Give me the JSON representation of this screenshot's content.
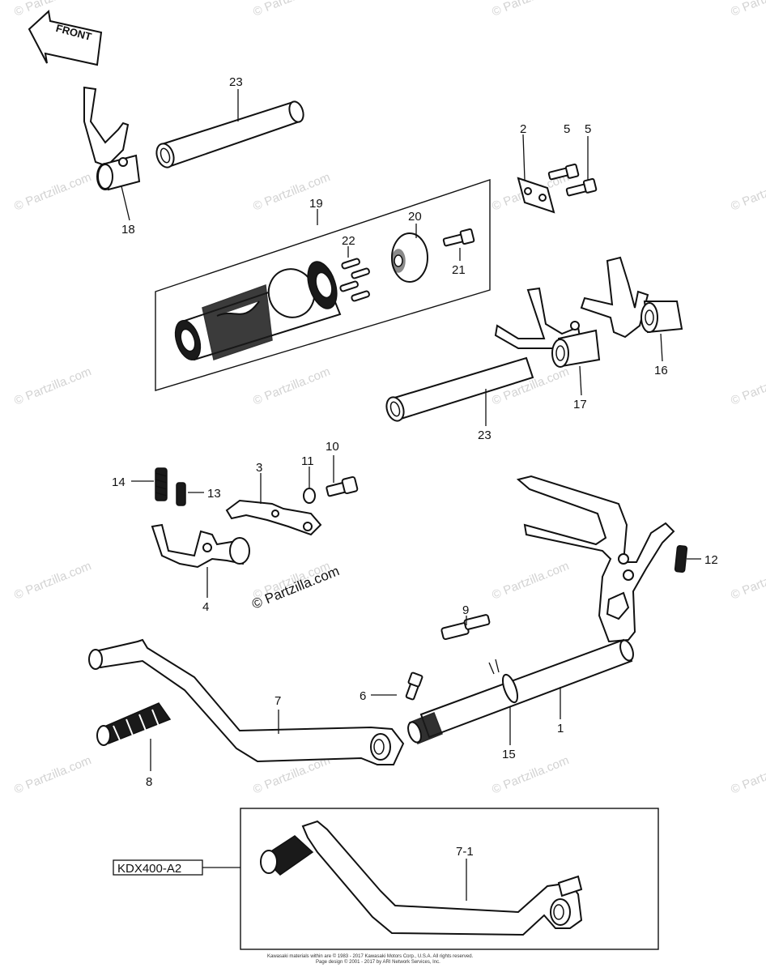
{
  "front_label": "FRONT",
  "variant_label": "KDX400-A2",
  "watermark": "© Partzilla.com",
  "copyright": "Kawasaki materials within are © 1983 - 2017 Kawasaki Motors Corp., U.S.A. All rights reserved.",
  "page_design": "Page design © 2001 - 2017 by ARI Network Services, Inc.",
  "callouts": {
    "c1": "1",
    "c2": "2",
    "c3": "3",
    "c4": "4",
    "c5a": "5",
    "c5b": "5",
    "c6": "6",
    "c7": "7",
    "c71": "7-1",
    "c8": "8",
    "c9": "9",
    "c10": "10",
    "c11": "11",
    "c12": "12",
    "c13": "13",
    "c14": "14",
    "c15": "15",
    "c16": "16",
    "c17": "17",
    "c18": "18",
    "c19": "19",
    "c20": "20",
    "c21": "21",
    "c22": "22",
    "c23a": "23",
    "c23b": "23"
  }
}
